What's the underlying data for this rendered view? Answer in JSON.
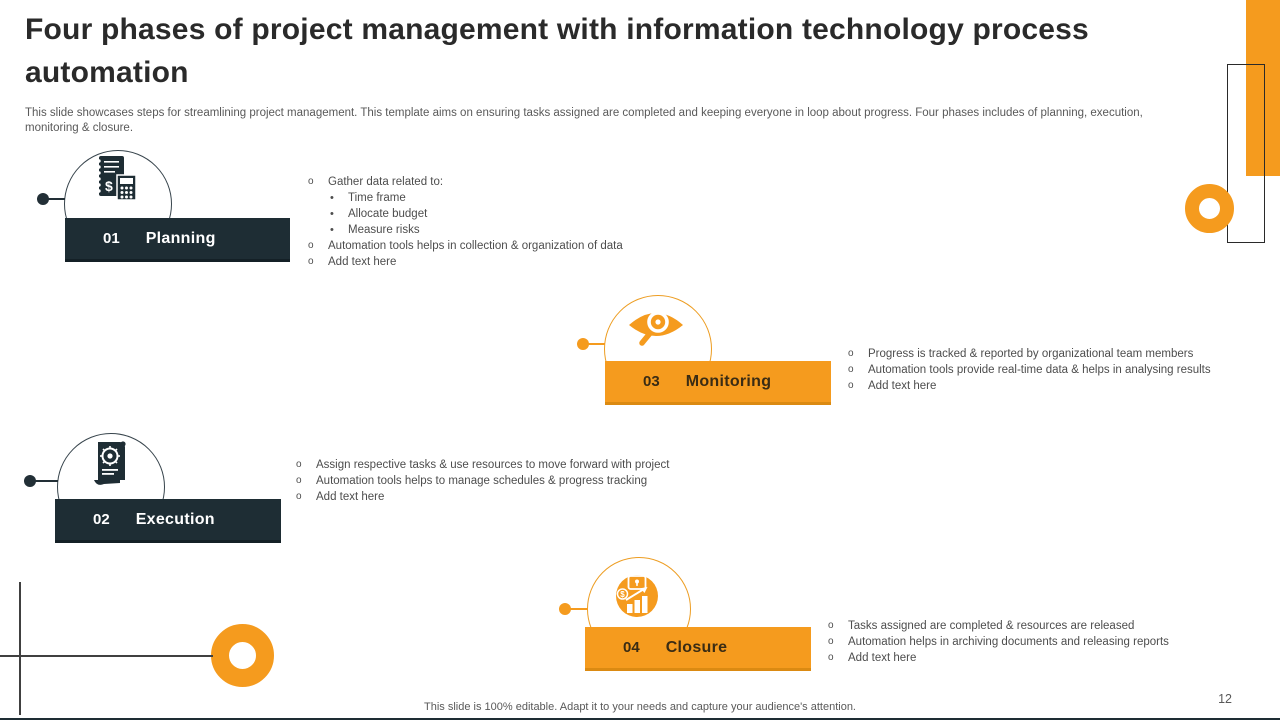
{
  "slide": {
    "title": "Four phases of project management with information technology process automation",
    "subtitle": "This slide showcases steps for streamlining project management. This template aims on ensuring tasks assigned are completed and keeping everyone in loop about progress. Four phases includes of planning, execution, monitoring & closure.",
    "footer": "This slide is 100% editable. Adapt it to your needs and capture your audience's attention.",
    "page_number": "12"
  },
  "colors": {
    "accent_orange": "#F59B1E",
    "dark_navy": "#1E2D34",
    "title_text": "#2a2a2a",
    "body_text": "#595959"
  },
  "phases": [
    {
      "number": "01",
      "label": "Planning",
      "icon": "budget-ledger-calculator-icon",
      "bullets": [
        {
          "marker": "o",
          "text": "Gather data related to:"
        },
        {
          "marker": "•",
          "text": "Time frame"
        },
        {
          "marker": "•",
          "text": "Allocate budget"
        },
        {
          "marker": "•",
          "text": "Measure risks"
        },
        {
          "marker": "o",
          "text": "Automation tools helps in collection & organization of data"
        },
        {
          "marker": "o",
          "text": "Add text here"
        }
      ]
    },
    {
      "number": "02",
      "label": "Execution",
      "icon": "scroll-gear-icon",
      "bullets": [
        {
          "marker": "o",
          "text": "Assign respective tasks & use resources to move forward with project"
        },
        {
          "marker": "o",
          "text": "Automation tools helps to manage schedules & progress tracking"
        },
        {
          "marker": "o",
          "text": "Add text here"
        }
      ]
    },
    {
      "number": "03",
      "label": "Monitoring",
      "icon": "eye-magnifier-icon",
      "bullets": [
        {
          "marker": "o",
          "text": "Progress is tracked & reported by organizational team members"
        },
        {
          "marker": "o",
          "text": "Automation tools provide real-time data & helps in analysing results"
        },
        {
          "marker": "o",
          "text": "Add text here"
        }
      ]
    },
    {
      "number": "04",
      "label": "Closure",
      "icon": "lock-growth-chart-icon",
      "bullets": [
        {
          "marker": "o",
          "text": "Tasks assigned are completed & resources are released"
        },
        {
          "marker": "o",
          "text": "Automation helps in archiving documents and releasing reports"
        },
        {
          "marker": "o",
          "text": "Add text here"
        }
      ]
    }
  ]
}
